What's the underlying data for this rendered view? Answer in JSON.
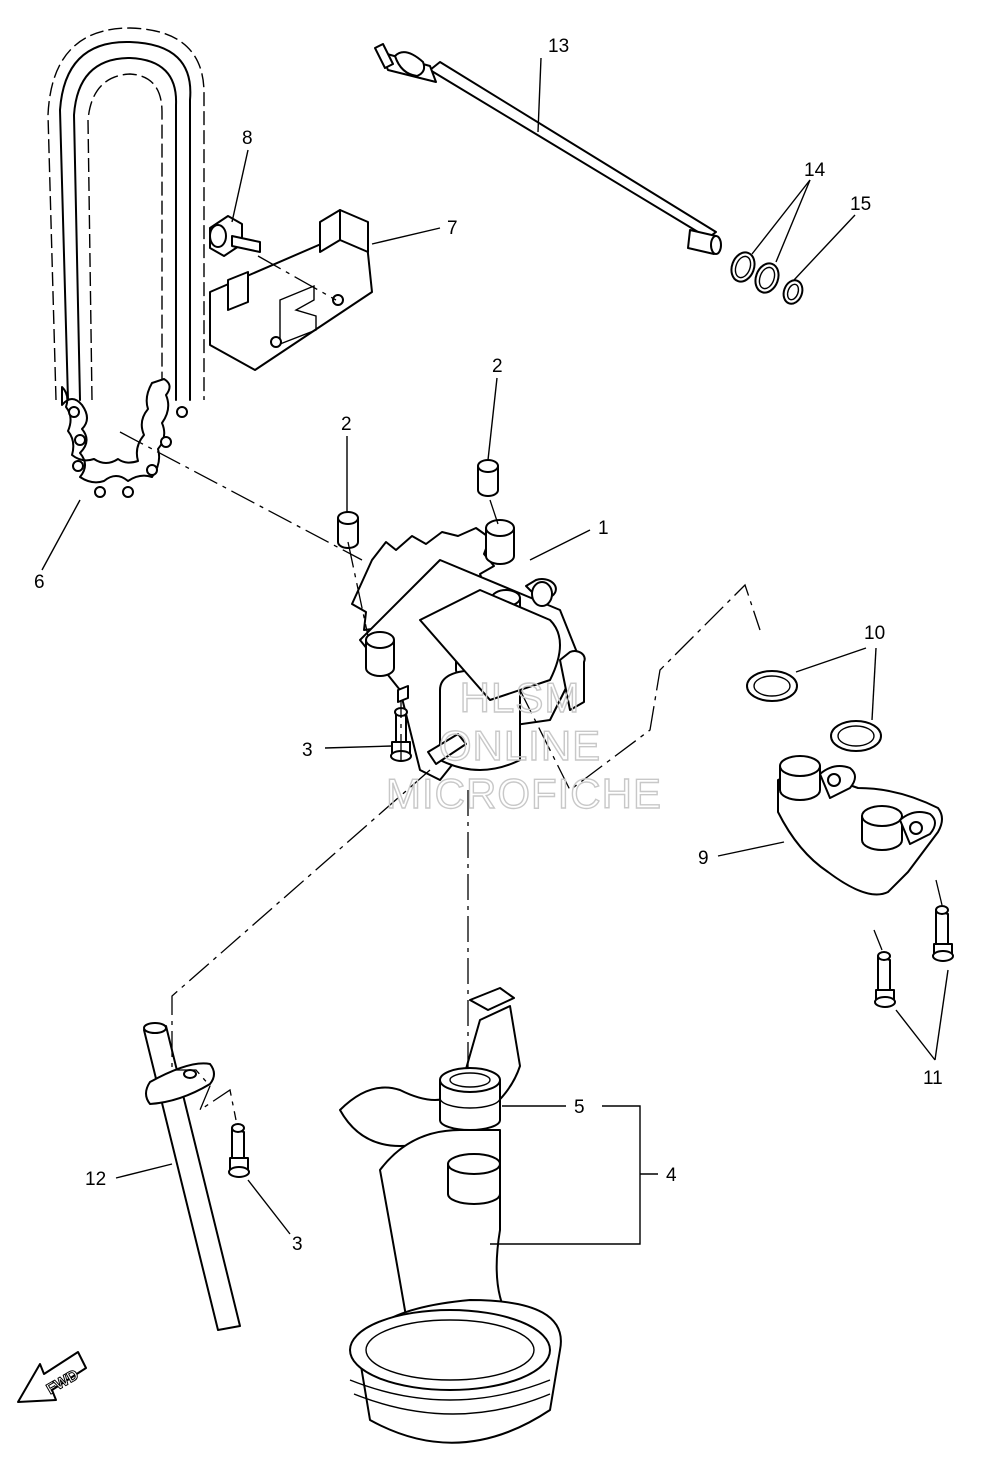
{
  "diagram": {
    "callouts": {
      "c1": "1",
      "c2a": "2",
      "c2b": "2",
      "c3a": "3",
      "c3b": "3",
      "c4": "4",
      "c5": "5",
      "c6": "6",
      "c7": "7",
      "c8": "8",
      "c9": "9",
      "c10": "10",
      "c11": "11",
      "c12": "12",
      "c13": "13",
      "c14": "14",
      "c15": "15"
    },
    "watermark": {
      "line1": "HLSM",
      "line2": "ONLINE",
      "line3": "MICROFICHE"
    },
    "fwd_label": "FWD"
  }
}
